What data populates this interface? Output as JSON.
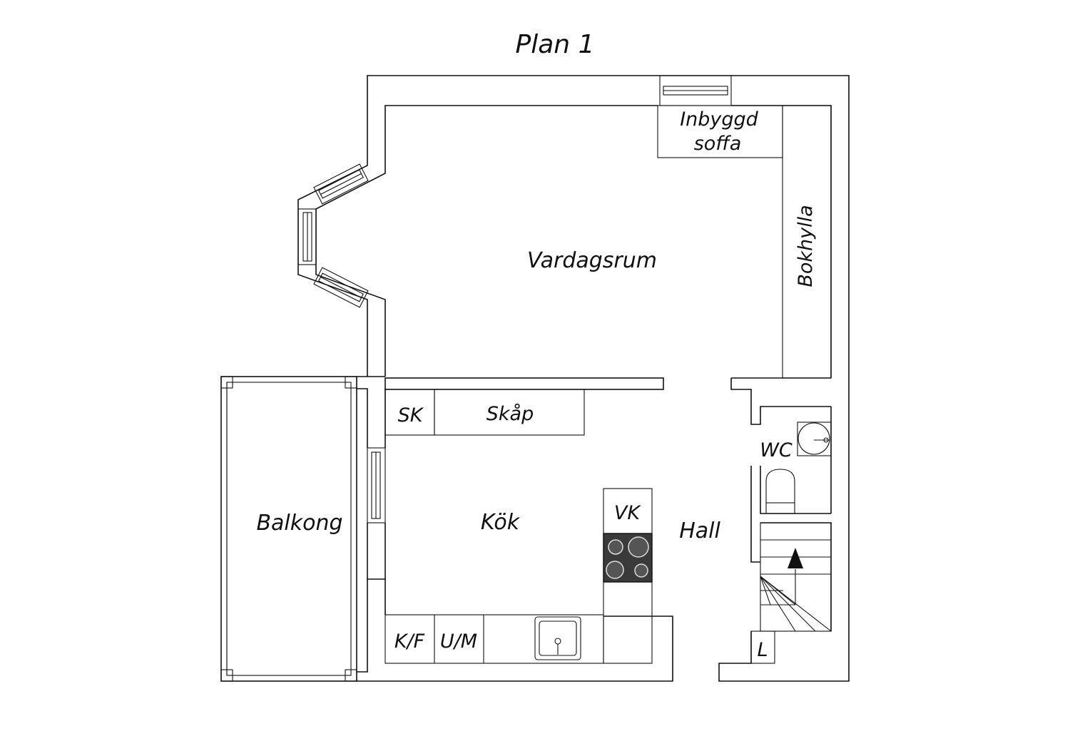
{
  "title": "Plan 1",
  "colors": {
    "line": "#111111",
    "background": "#ffffff",
    "stove": "#3a3a3a",
    "burner": "#555555"
  },
  "rooms": {
    "vardagsrum": "Vardagsrum",
    "kok": "Kök",
    "hall": "Hall",
    "balkong": "Balkong",
    "wc": "WC"
  },
  "fixtures": {
    "inbyggd_soffa_line1": "Inbyggd",
    "inbyggd_soffa_line2": "soffa",
    "bokhylla": "Bokhylla",
    "sk": "SK",
    "skap": "Skåp",
    "vk": "VK",
    "kf": "K/F",
    "um": "U/M",
    "l": "L"
  },
  "icons": [
    "window-icon",
    "bay-window-icon",
    "stove-icon",
    "kitchen-sink-icon",
    "washbasin-icon",
    "toilet-icon",
    "staircase-icon",
    "stair-arrow-icon"
  ]
}
